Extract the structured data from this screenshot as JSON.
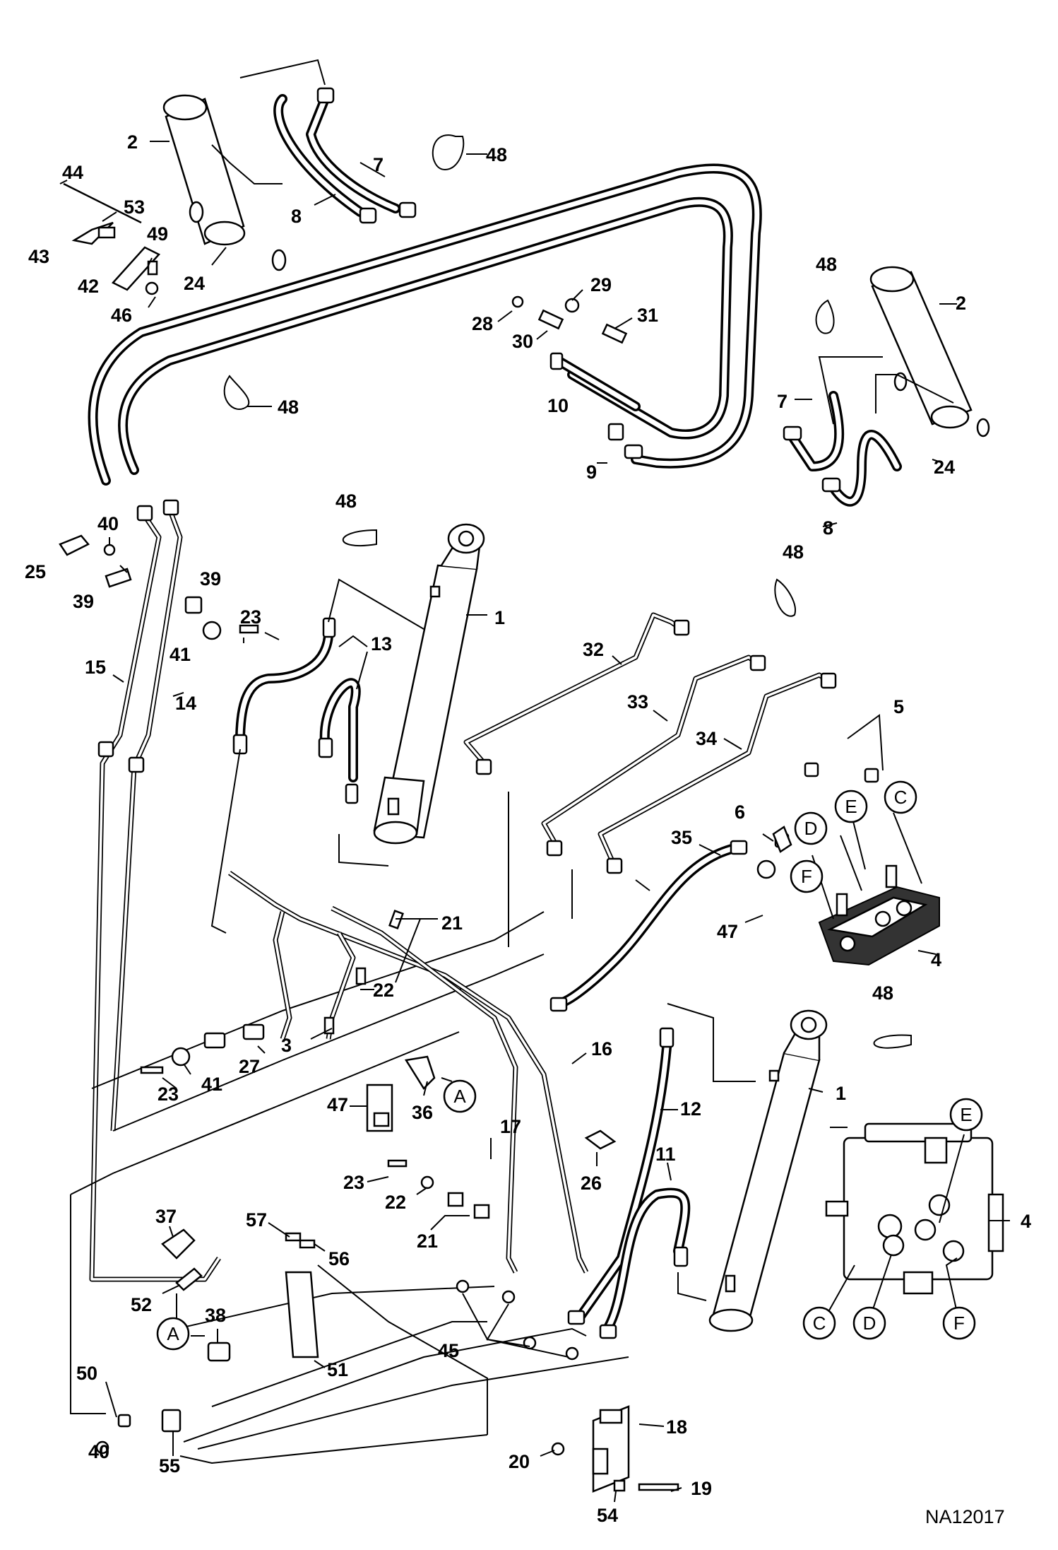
{
  "drawing_id": "NA12017",
  "callouts": [
    {
      "text": "2"
    },
    {
      "text": "44"
    },
    {
      "text": "53"
    },
    {
      "text": "49"
    },
    {
      "text": "43"
    },
    {
      "text": "42"
    },
    {
      "text": "46"
    },
    {
      "text": "24"
    },
    {
      "text": "7"
    },
    {
      "text": "8"
    },
    {
      "text": "48"
    },
    {
      "text": "29"
    },
    {
      "text": "28"
    },
    {
      "text": "31"
    },
    {
      "text": "30"
    },
    {
      "text": "10"
    },
    {
      "text": "48"
    },
    {
      "text": "2"
    },
    {
      "text": "7"
    },
    {
      "text": "9"
    },
    {
      "text": "24"
    },
    {
      "text": "8"
    },
    {
      "text": "48"
    },
    {
      "text": "40"
    },
    {
      "text": "25"
    },
    {
      "text": "39"
    },
    {
      "text": "39"
    },
    {
      "text": "23"
    },
    {
      "text": "41"
    },
    {
      "text": "15"
    },
    {
      "text": "14"
    },
    {
      "text": "48"
    },
    {
      "text": "1"
    },
    {
      "text": "13"
    },
    {
      "text": "48"
    },
    {
      "text": "32"
    },
    {
      "text": "33"
    },
    {
      "text": "34"
    },
    {
      "text": "5"
    },
    {
      "text": "6"
    },
    {
      "text": "35"
    },
    {
      "text": "47"
    },
    {
      "text": "4"
    },
    {
      "text": "21"
    },
    {
      "text": "22"
    },
    {
      "text": "3"
    },
    {
      "text": "27"
    },
    {
      "text": "23"
    },
    {
      "text": "41"
    },
    {
      "text": "16"
    },
    {
      "text": "48"
    },
    {
      "text": "47"
    },
    {
      "text": "36"
    },
    {
      "text": "1"
    },
    {
      "text": "12"
    },
    {
      "text": "17"
    },
    {
      "text": "11"
    },
    {
      "text": "26"
    },
    {
      "text": "23"
    },
    {
      "text": "22"
    },
    {
      "text": "21"
    },
    {
      "text": "4"
    },
    {
      "text": "37"
    },
    {
      "text": "57"
    },
    {
      "text": "56"
    },
    {
      "text": "52"
    },
    {
      "text": "38"
    },
    {
      "text": "45"
    },
    {
      "text": "51"
    },
    {
      "text": "50"
    },
    {
      "text": "40"
    },
    {
      "text": "55"
    },
    {
      "text": "18"
    },
    {
      "text": "20"
    },
    {
      "text": "19"
    },
    {
      "text": "54"
    }
  ],
  "port_labels": [
    {
      "text": "E"
    },
    {
      "text": "C"
    },
    {
      "text": "D"
    },
    {
      "text": "F"
    },
    {
      "text": "A"
    },
    {
      "text": "A"
    },
    {
      "text": "E"
    },
    {
      "text": "C"
    },
    {
      "text": "D"
    },
    {
      "text": "F"
    }
  ]
}
